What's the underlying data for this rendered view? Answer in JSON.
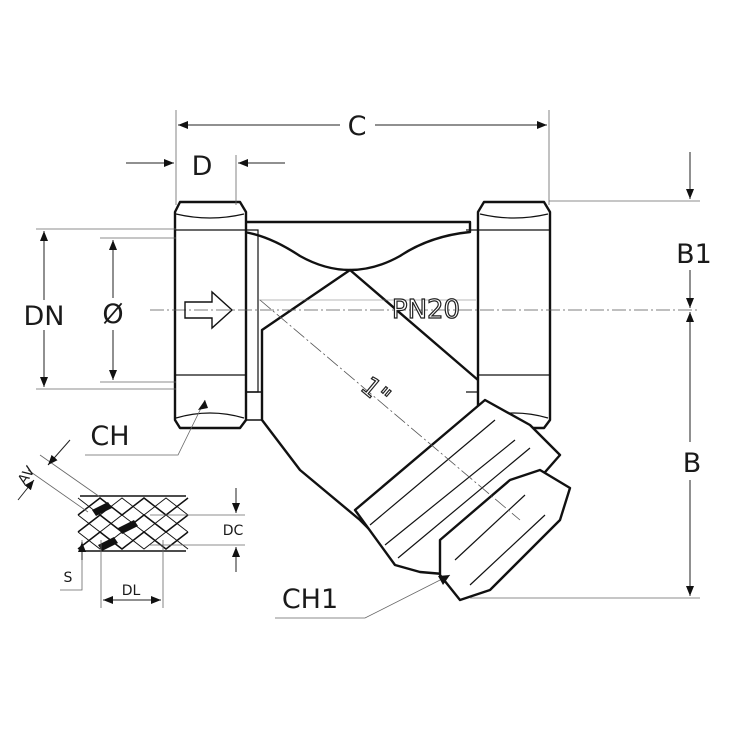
{
  "dimensions": {
    "c": "C",
    "d": "D",
    "dn": "DN",
    "diameter": "Ø",
    "b1": "B1",
    "b": "B",
    "ch": "CH",
    "ch1": "CH1",
    "av": "AV",
    "dc": "DC",
    "s": "S",
    "dl": "DL"
  },
  "body_markings": {
    "pressure_rating": "PN20",
    "size": "1\"",
    "flow_arrow": "arrow-right-icon"
  },
  "colors": {
    "line": "#111111",
    "background": "#ffffff"
  }
}
